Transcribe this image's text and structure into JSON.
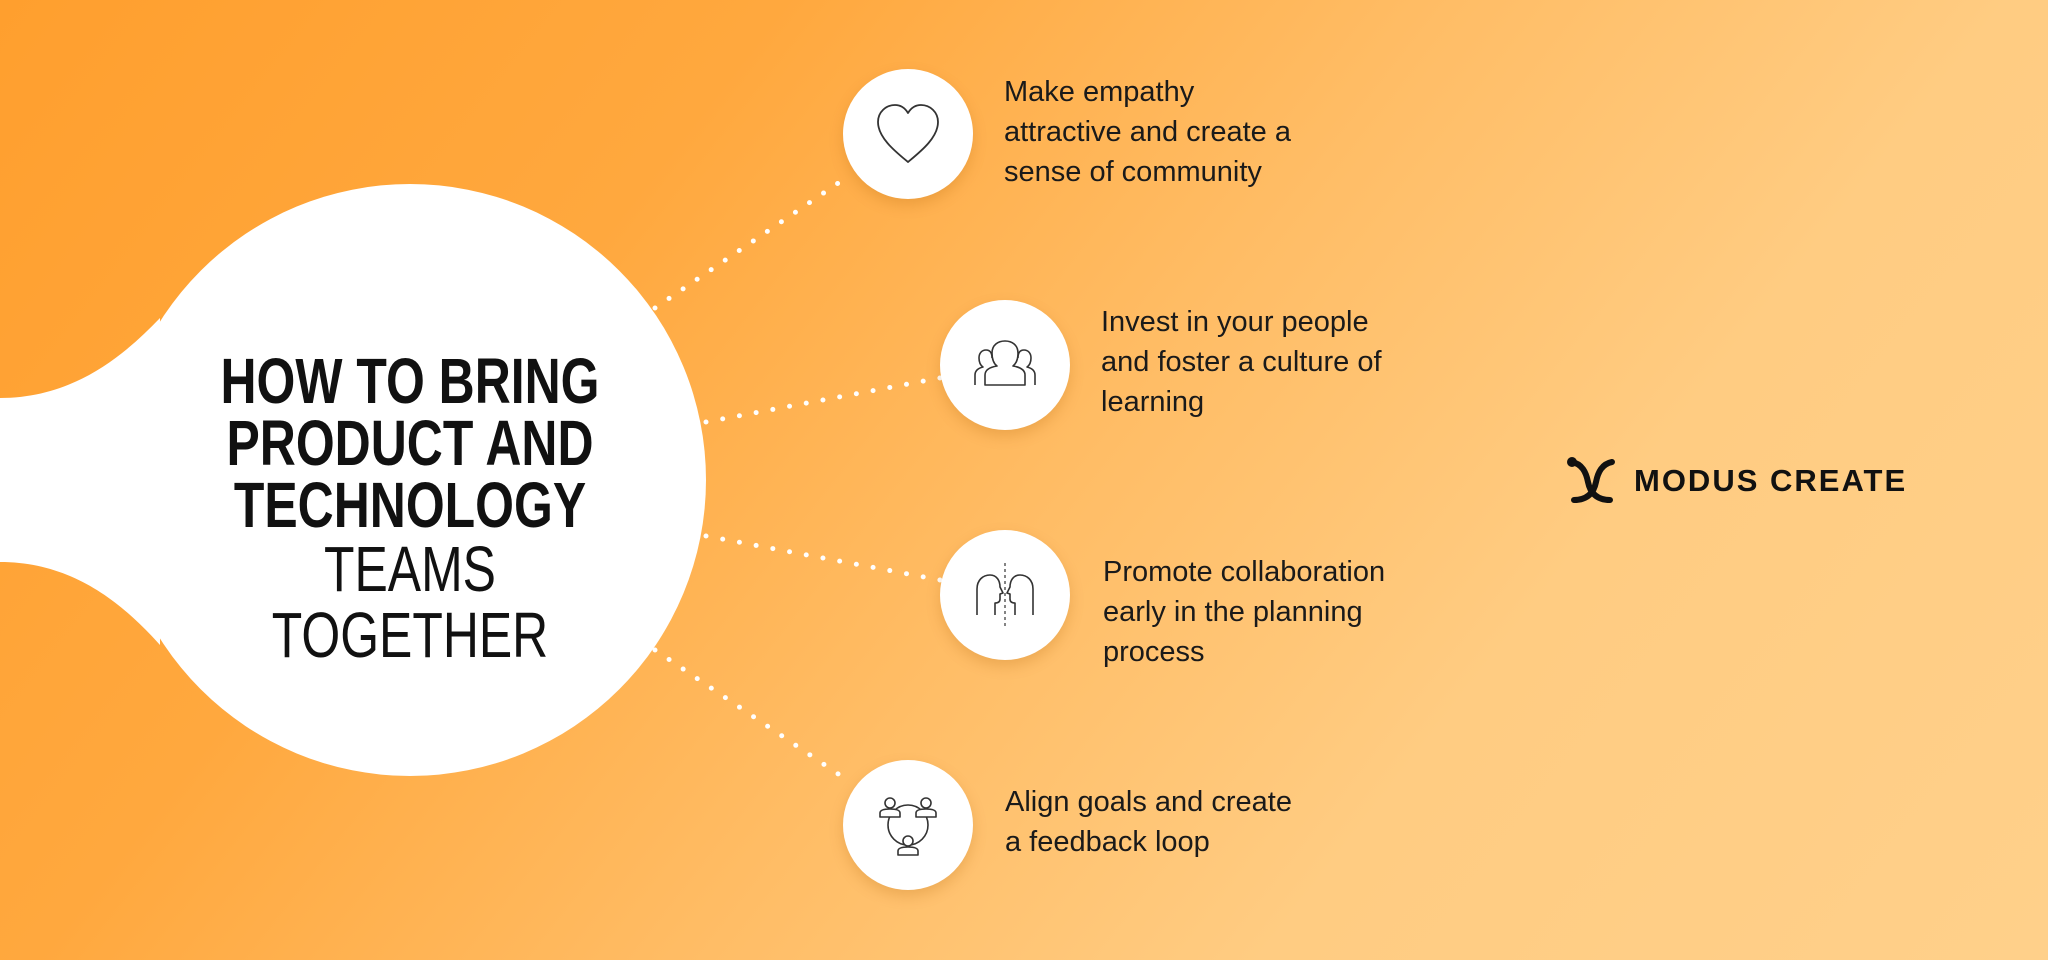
{
  "title": {
    "line1": "HOW TO BRING",
    "line2": "PRODUCT AND",
    "line3": "TECHNOLOGY",
    "line4": "TEAMS TOGETHER"
  },
  "items": [
    {
      "icon": "heart-icon",
      "lines": [
        "Make empathy",
        "attractive and create a",
        "sense of community"
      ]
    },
    {
      "icon": "people-group-icon",
      "lines": [
        "Invest in your people",
        "and foster a culture of",
        "learning"
      ]
    },
    {
      "icon": "two-faces-icon",
      "lines": [
        "Promote collaboration",
        "early in the planning",
        "process"
      ]
    },
    {
      "icon": "feedback-loop-icon",
      "lines": [
        "Align goals and create",
        "a feedback loop"
      ]
    }
  ],
  "brand": {
    "name": "MODUS CREATE",
    "logo_icon": "modus-create-logo-icon"
  },
  "colors": {
    "background_start": "#ff9f2e",
    "background_end": "#ffd08a",
    "circle": "#ffffff",
    "text": "#1a1a1a",
    "dots": "#ffffff"
  }
}
